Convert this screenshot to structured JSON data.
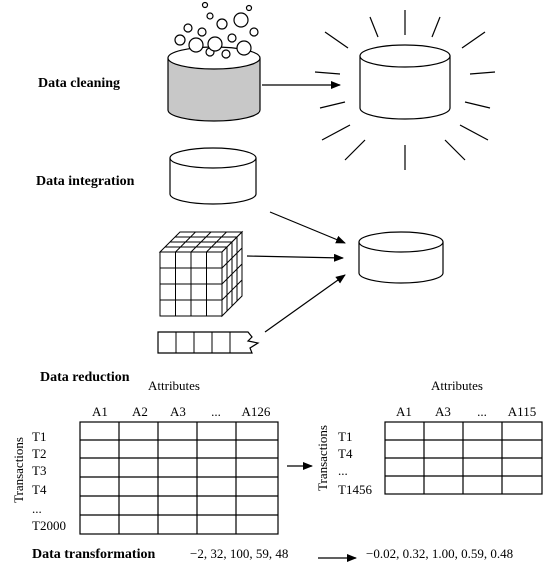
{
  "sections": {
    "cleaning": "Data cleaning",
    "integration": "Data integration",
    "reduction": "Data reduction",
    "transformation": "Data transformation"
  },
  "reduction": {
    "left": {
      "attributes_label": "Attributes",
      "transactions_label": "Transactions",
      "columns": [
        "A1",
        "A2",
        "A3",
        "...",
        "A126"
      ],
      "rows": [
        "T1",
        "T2",
        "T3",
        "T4",
        "...",
        "T2000"
      ]
    },
    "right": {
      "attributes_label": "Attributes",
      "transactions_label": "Transactions",
      "columns": [
        "A1",
        "A3",
        "...",
        "A115"
      ],
      "rows": [
        "T1",
        "T4",
        "...",
        "T1456"
      ]
    }
  },
  "transformation": {
    "input": "−2, 32, 100, 59, 48",
    "output": "−0.02, 0.32, 1.00, 0.59, 0.48"
  },
  "colors": {
    "stroke": "#000000",
    "dirty_db_fill": "#c8c8c8",
    "background": "#ffffff"
  },
  "icons": [
    "dirty-database-icon",
    "bubble-icon",
    "clean-database-icon",
    "data-cube-icon",
    "flat-file-icon"
  ]
}
